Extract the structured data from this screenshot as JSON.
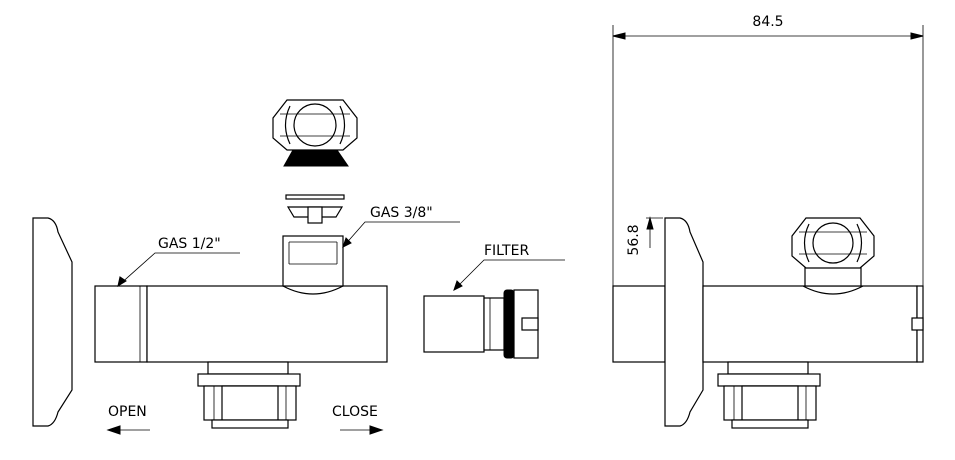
{
  "labels": {
    "gas_half": "GAS 1/2\"",
    "gas_three_eighths": "GAS 3/8\"",
    "filter": "FILTER",
    "open": "OPEN",
    "close": "CLOSE"
  },
  "dimensions": {
    "overall_width": "84.5",
    "height": "56.8"
  },
  "colors": {
    "line": "#000000",
    "background": "#ffffff"
  }
}
